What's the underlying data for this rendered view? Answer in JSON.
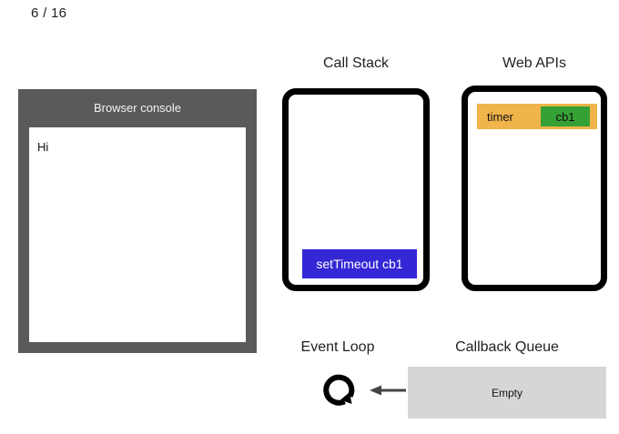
{
  "slide": {
    "counter": "6 / 16"
  },
  "browser_console": {
    "title": "Browser console",
    "lines": [
      "Hi"
    ]
  },
  "call_stack": {
    "caption": "Call Stack",
    "frames": [
      {
        "label": "setTimeout cb1",
        "color": "#3526d6"
      }
    ]
  },
  "web_apis": {
    "caption": "Web APIs",
    "entries": [
      {
        "label": "timer",
        "callback": "cb1",
        "color": "#f0b44a",
        "callback_color": "#35a135"
      }
    ]
  },
  "event_loop": {
    "caption": "Event Loop",
    "icon": "circular-arrow-icon"
  },
  "callback_queue": {
    "caption": "Callback Queue",
    "status": "Empty",
    "color": "#d6d6d6"
  },
  "arrow": {
    "name": "left-arrow-icon",
    "color": "#444444"
  }
}
